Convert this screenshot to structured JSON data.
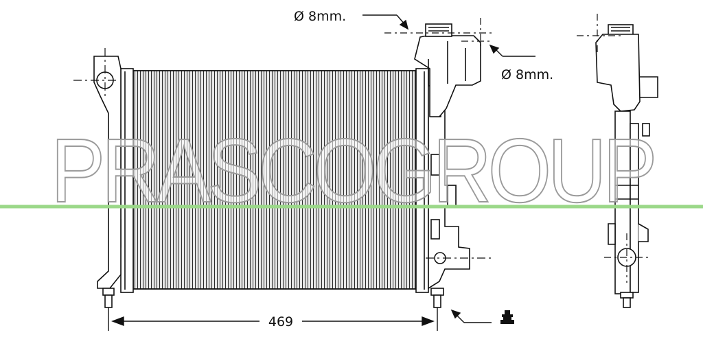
{
  "labels": {
    "hose_top": "Ø 8mm.",
    "hose_side": "Ø 8mm.",
    "width": "469"
  },
  "watermark": {
    "text": "PRASCOGROUP",
    "color": "#9a9a9a"
  },
  "colors": {
    "line": "#111111",
    "fin_fill": "#cfcfcf",
    "watermark_line": "#9bd889"
  }
}
